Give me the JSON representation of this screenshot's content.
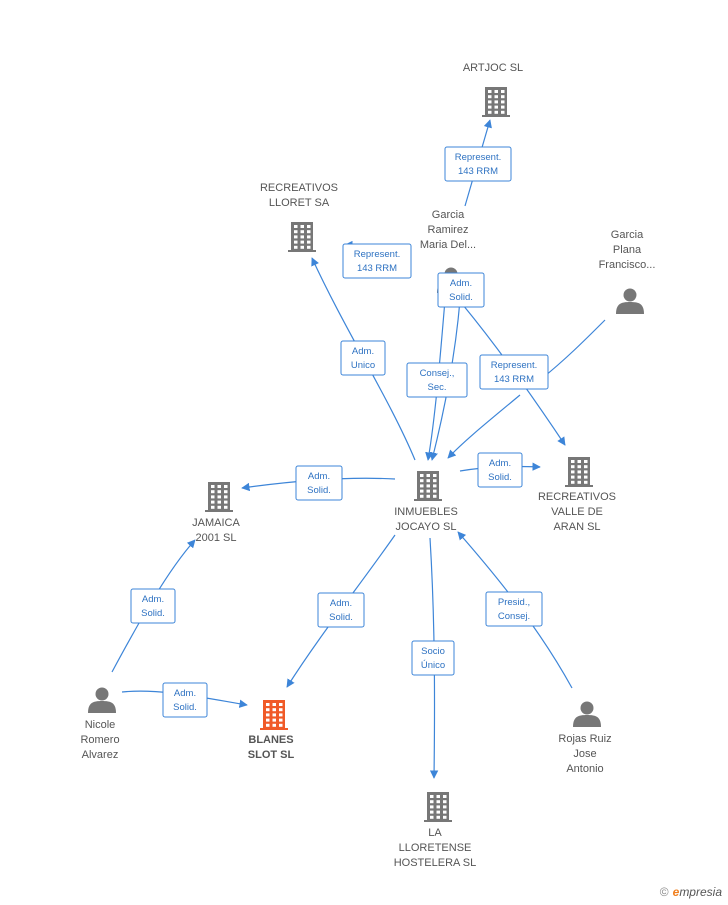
{
  "colors": {
    "edge": "#3d85d8",
    "company": "#777777",
    "person": "#777777",
    "highlight": "#f05a28"
  },
  "nodes": [
    {
      "id": "artjoc",
      "type": "company",
      "label": [
        "ARTJOC SL"
      ]
    },
    {
      "id": "recreativos_lloret",
      "type": "company",
      "label": [
        "RECREATIVOS",
        "LLORET SA"
      ]
    },
    {
      "id": "garcia_ramirez",
      "type": "person",
      "label": [
        "Garcia",
        "Ramirez",
        "Maria Del..."
      ]
    },
    {
      "id": "garcia_plana",
      "type": "person",
      "label": [
        "Garcia",
        "Plana",
        "Francisco..."
      ]
    },
    {
      "id": "inmuebles",
      "type": "company",
      "label": [
        "INMUEBLES",
        "JOCAYO SL"
      ]
    },
    {
      "id": "recreativos_valle",
      "type": "company",
      "label": [
        "RECREATIVOS",
        "VALLE DE",
        "ARAN SL"
      ]
    },
    {
      "id": "jamaica",
      "type": "company",
      "label": [
        "JAMAICA",
        "2001 SL"
      ]
    },
    {
      "id": "nicole",
      "type": "person",
      "label": [
        "Nicole",
        "Romero",
        "Alvarez"
      ]
    },
    {
      "id": "blanes",
      "type": "company",
      "highlight": true,
      "label": [
        "BLANES",
        "SLOT SL"
      ]
    },
    {
      "id": "rojas",
      "type": "person",
      "label": [
        "Rojas Ruiz",
        "Jose",
        "Antonio"
      ]
    },
    {
      "id": "lloretense",
      "type": "company",
      "label": [
        "LA",
        "LLORETENSE",
        "HOSTELERA SL"
      ]
    }
  ],
  "edges": [
    {
      "id": "e1",
      "label": [
        "Represent.",
        "143 RRM"
      ]
    },
    {
      "id": "e2",
      "label": [
        "Represent.",
        "143 RRM"
      ]
    },
    {
      "id": "e3",
      "label": [
        "Adm.",
        "Solid."
      ]
    },
    {
      "id": "e4",
      "label": [
        "Adm.",
        "Unico"
      ]
    },
    {
      "id": "e5",
      "label": [
        "Consej.,",
        "Sec."
      ]
    },
    {
      "id": "e6",
      "label": [
        "Represent.",
        "143 RRM"
      ]
    },
    {
      "id": "e7",
      "label": [
        "Adm.",
        "Solid."
      ]
    },
    {
      "id": "e8",
      "label": [
        "Adm.",
        "Solid."
      ]
    },
    {
      "id": "e9",
      "label": [
        "Adm.",
        "Solid."
      ]
    },
    {
      "id": "e10",
      "label": [
        "Adm.",
        "Solid."
      ]
    },
    {
      "id": "e11",
      "label": [
        "Presid.,",
        "Consej."
      ]
    },
    {
      "id": "e12",
      "label": [
        "Socio",
        "Único"
      ]
    },
    {
      "id": "e13",
      "label": [
        "Adm.",
        "Solid."
      ]
    }
  ],
  "footer": {
    "copyright": "©",
    "brand_initial": "e",
    "brand_rest": "mpresia"
  }
}
